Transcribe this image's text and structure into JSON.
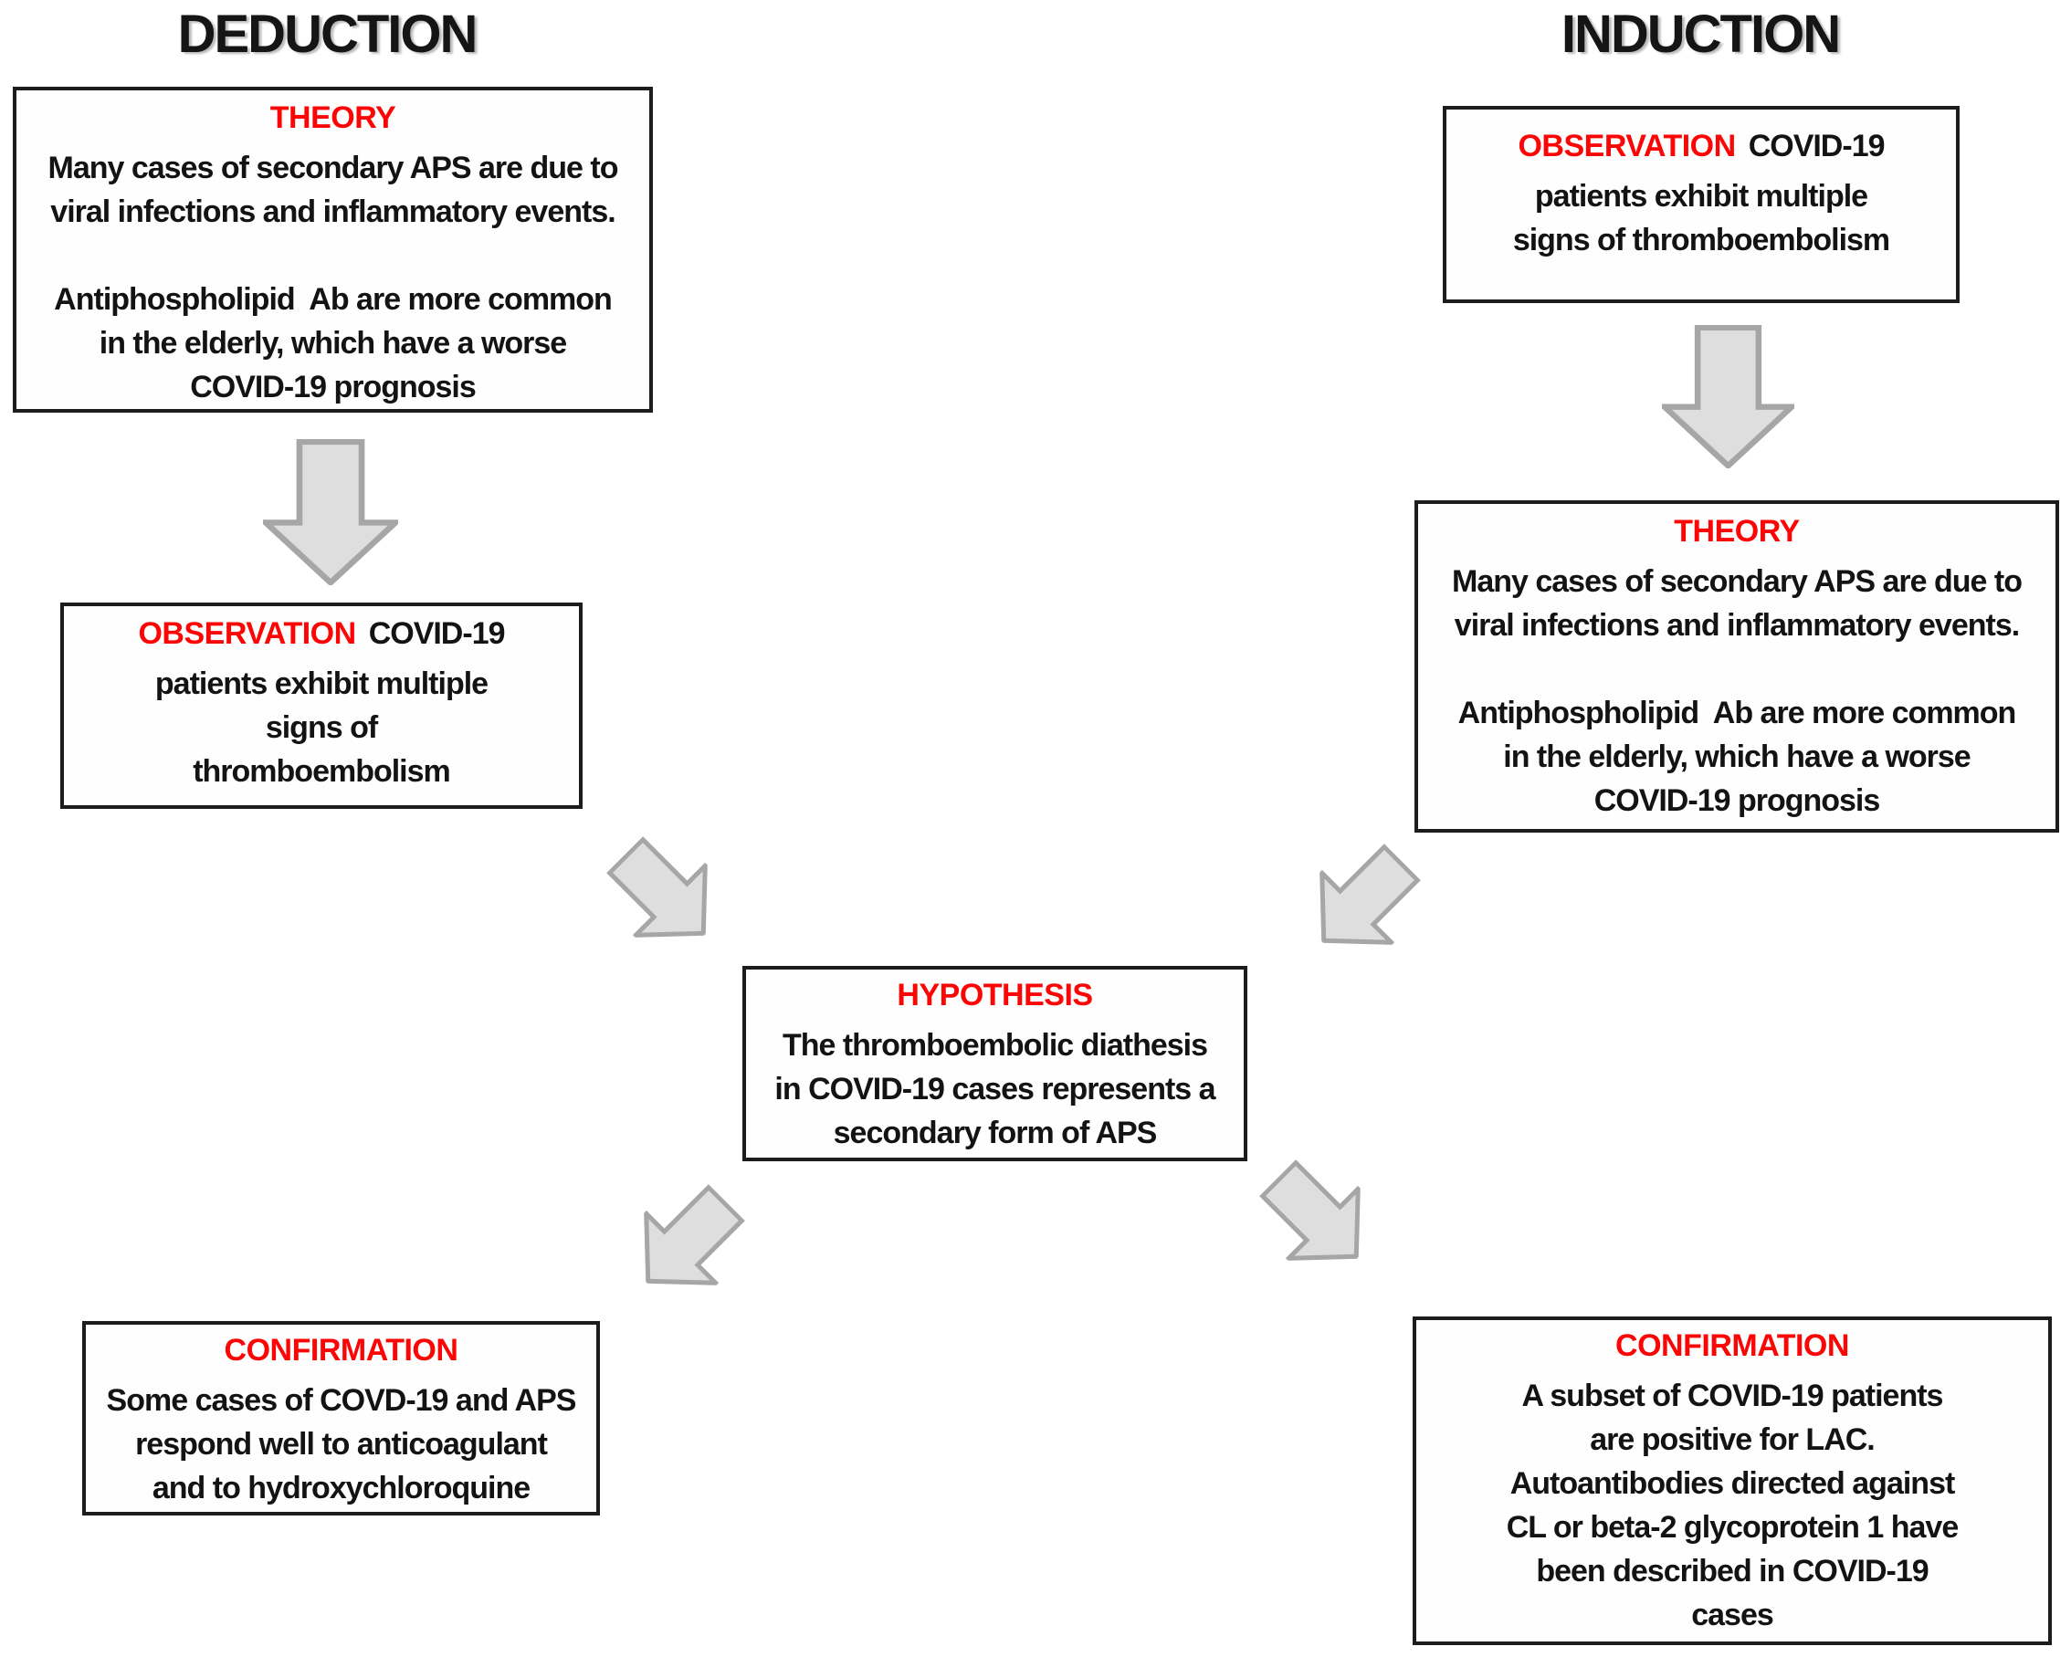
{
  "colors": {
    "header_red": "#fb0505",
    "text_black": "#131313",
    "box_border": "#1c1c1c",
    "arrow_fill": "#dedede",
    "arrow_stroke": "#a6a6a6",
    "background": "#ffffff"
  },
  "arrows": {
    "deduction_theory_to_observation": "down-arrow",
    "induction_observation_to_theory": "down-arrow",
    "deduction_observation_to_hypothesis": "diagonal-down-right-arrow",
    "induction_theory_to_hypothesis": "diagonal-down-left-arrow",
    "hypothesis_to_deduction_confirmation": "diagonal-down-left-arrow",
    "hypothesis_to_induction_confirmation": "diagonal-down-right-arrow"
  },
  "deduction": {
    "title": "DEDUCTION",
    "theory": {
      "header": "THEORY",
      "lines": [
        "Many cases of secondary APS are due to",
        "viral infections and inflammatory events.",
        "",
        "Antiphospholipid  Ab are more common",
        "in the elderly, which have a worse",
        "COVID-19 prognosis"
      ]
    },
    "observation": {
      "header": "OBSERVATION",
      "inline_after_header": "COVID-19",
      "lines": [
        "patients exhibit multiple",
        "signs of",
        "thromboembolism"
      ]
    },
    "confirmation": {
      "header": "CONFIRMATION",
      "lines": [
        "Some cases of COVD-19 and APS",
        "respond well to anticoagulant",
        "and to hydroxychloroquine"
      ]
    }
  },
  "induction": {
    "title": "INDUCTION",
    "observation": {
      "header": "OBSERVATION",
      "inline_after_header": "COVID-19",
      "lines": [
        "patients exhibit multiple",
        "signs of thromboembolism"
      ]
    },
    "theory": {
      "header": "THEORY",
      "lines": [
        "Many cases of secondary APS are due to",
        "viral infections and inflammatory events.",
        "",
        "Antiphospholipid  Ab are more common",
        "in the elderly, which have a worse",
        "COVID-19 prognosis"
      ]
    },
    "confirmation": {
      "header": "CONFIRMATION",
      "lines": [
        "A subset of COVID-19 patients",
        "are positive for LAC.",
        "Autoantibodies directed against",
        "CL or beta-2 glycoprotein 1 have",
        "been described in COVID-19",
        "cases"
      ]
    }
  },
  "hypothesis": {
    "header": "HYPOTHESIS",
    "lines": [
      "The thromboembolic diathesis",
      "in COVID-19 cases represents a",
      "secondary form of APS"
    ]
  }
}
